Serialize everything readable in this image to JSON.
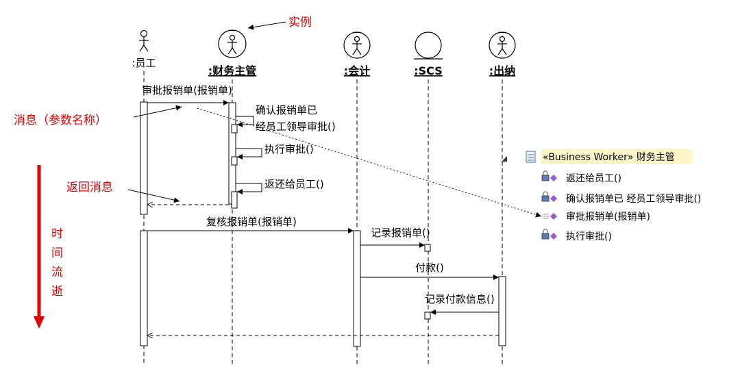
{
  "lifelines": {
    "employee": ":员工",
    "finance_manager": ":财务主管",
    "accountant": ":会计",
    "scs": ":SCS",
    "cashier": ":出纳"
  },
  "messages": {
    "approve": "审批报销单(报销单)",
    "confirm_line1": "确认报销单已",
    "confirm_line2": "经员工领导审批()",
    "execute_approval": "执行审批()",
    "return_to_employee": "返还给员工()",
    "review": "复核报销单(报销单)",
    "record_report": "记录报销单()",
    "pay": "付款()",
    "record_payment": "记录付款信息()"
  },
  "annotations": {
    "instance": "实例",
    "message_params": "消息（参数名称）",
    "return_message": "返回消息",
    "time_flow": [
      "时",
      "间",
      "流",
      "逝"
    ]
  },
  "tree": {
    "class_title": "«Business Worker» 财务主管",
    "operations": [
      "返还给员工()",
      "确认报销单已 经员工领导审批()",
      "审批报销单(报销单)",
      "执行审批()"
    ]
  },
  "colors": {
    "annotation_red": "#e00000",
    "tree_highlight": "#fdf6c8",
    "operation_icon": "#9b59d0"
  }
}
